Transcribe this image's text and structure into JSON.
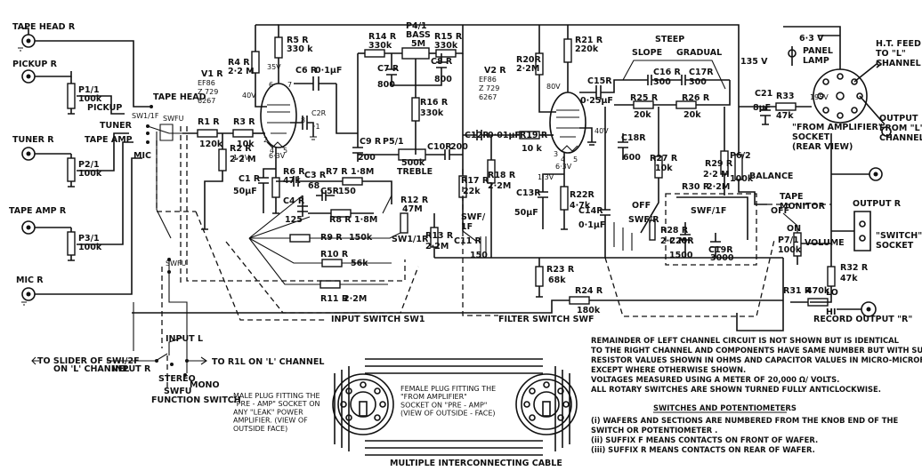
{
  "inputs": {
    "tape_head": {
      "label": "TAPE HEAD  R"
    },
    "pickup": {
      "label": "PICKUP  R",
      "pot_ref": "P1/1",
      "pot_value": "100k"
    },
    "tuner": {
      "label": "TUNER  R",
      "pot_ref": "P2/1",
      "pot_value": "100k"
    },
    "tape_amp": {
      "label": "TAPE  AMP  R",
      "pot_ref": "P3/1",
      "pot_value": "100k"
    },
    "mic": {
      "label": "MIC  R"
    }
  },
  "switch_labels": {
    "pickup": "PICKUP",
    "tuner": "TUNER",
    "tape_amp": "TAPE AMP",
    "tape_head": "TAPE HEAD",
    "mic": "MIC",
    "sw1_1f": "SW1/1F",
    "swfu": "SWFU",
    "swfu2": "SWFU",
    "input_l": "INPUT  L",
    "input_r": "INPUT  R",
    "stereo": "STEREO",
    "mono": "MONO",
    "swfu_fn": "SWFU",
    "function_switch": "FUNCTION  SWITCH",
    "to_slider": "TO SLIDER OF SWI/2F",
    "on_l_channel": "ON 'L' CHANNEL",
    "to_r1l": "TO  R1L  ON 'L'  CHANNEL"
  },
  "valve1": {
    "label": "V1 R",
    "type": "EF86",
    "alt1": "Z 729",
    "alt2": "6267",
    "heater": "6·3V",
    "anode_v": "35V",
    "screen_v": "40V",
    "cathode_v": "1·2V"
  },
  "valve2": {
    "label": "V2 R",
    "type": "EF86",
    "alt1": "Z 729",
    "alt2": "6267",
    "heater": "6·3V",
    "anode_v": "80V",
    "screen_v": "40V",
    "cathode_v": "1·3V"
  },
  "components": {
    "r1": {
      "ref": "R1 R",
      "value": "120k"
    },
    "r2": {
      "ref": "R2 R",
      "value": "2·2 M"
    },
    "r3": {
      "ref": "R3 R",
      "value": "10k"
    },
    "r4": {
      "ref": "R4 R",
      "value": "2·2 M"
    },
    "r5": {
      "ref": "R5 R",
      "value": "330 k"
    },
    "r6": {
      "ref": "R6 R",
      "value": "47k"
    },
    "r7": {
      "ref": "R7 R",
      "value": "1·8M"
    },
    "r8": {
      "ref": "R8 R",
      "value": "1·8M"
    },
    "r9": {
      "ref": "R9 R",
      "value": "150k"
    },
    "r10": {
      "ref": "R10 R",
      "value": "56k"
    },
    "r11": {
      "ref": "R11 R",
      "value": "2·2M"
    },
    "r12": {
      "ref": "R12 R",
      "value": "47M"
    },
    "r13": {
      "ref": "R13 R",
      "value": "2·2M"
    },
    "r14": {
      "ref": "R14 R",
      "value": "330k"
    },
    "r15": {
      "ref": "R15 R",
      "value": "330k"
    },
    "r16": {
      "ref": "R16 R",
      "value": "330k"
    },
    "r17": {
      "ref": "R17 R",
      "value": "22k"
    },
    "r18": {
      "ref": "R18 R",
      "value": "2·2M"
    },
    "r19": {
      "ref": "R19 R",
      "value": "10 k"
    },
    "r20": {
      "ref": "R20R",
      "value": "2·2M"
    },
    "r21": {
      "ref": "R21 R",
      "value": "220k"
    },
    "r22": {
      "ref": "R22R",
      "value": "4·7k"
    },
    "r23": {
      "ref": "R23 R",
      "value": "68k"
    },
    "r24": {
      "ref": "R24 R",
      "value": "180k"
    },
    "r25": {
      "ref": "R25 R",
      "value": "20k"
    },
    "r26": {
      "ref": "R26 R",
      "value": "20k"
    },
    "r27": {
      "ref": "R27 R",
      "value": "10k"
    },
    "r28": {
      "ref": "R28 R",
      "value": "2·2 M"
    },
    "r29": {
      "ref": "R29 R",
      "value": "2·2 M"
    },
    "r30": {
      "ref": "R30 R",
      "value": "2·2M"
    },
    "r31": {
      "ref": "R31 R",
      "value": "470k"
    },
    "r32": {
      "ref": "R32 R",
      "value": "47k"
    },
    "r33": {
      "ref": "R33",
      "value": "47k"
    },
    "c1": {
      "ref": "C1 R",
      "value": "50μF"
    },
    "c2": {
      "ref": "C2R",
      "value": "·1"
    },
    "c3": {
      "ref": "C3 R",
      "value": "68"
    },
    "c4": {
      "ref": "C4 R",
      "value": "125"
    },
    "c5": {
      "ref": "C5R",
      "value": "150"
    },
    "c6": {
      "ref": "C6 R",
      "value": "0·1μF"
    },
    "c7": {
      "ref": "C7 R",
      "value": "800"
    },
    "c8": {
      "ref": "C8 R",
      "value": "800"
    },
    "c9": {
      "ref": "C9 R",
      "value": "200"
    },
    "c10": {
      "ref": "C10R",
      "value": "200"
    },
    "c11": {
      "ref": "C11 R",
      "value": "150"
    },
    "c12": {
      "ref": "C12R",
      "value": "0·01μF"
    },
    "c13": {
      "ref": "C13R",
      "value": "50μF"
    },
    "c14": {
      "ref": "C14R",
      "value": "0·1μF"
    },
    "c15": {
      "ref": "C15R",
      "value": "0·25μF"
    },
    "c16": {
      "ref": "C16 R",
      "value": "300"
    },
    "c17": {
      "ref": "C17R",
      "value": "300"
    },
    "c18": {
      "ref": "C18R",
      "value": "600"
    },
    "c19": {
      "ref": "C19R",
      "value": "3000"
    },
    "c20": {
      "ref": "C20R",
      "value": "1500"
    },
    "c21": {
      "ref": "C21",
      "value": "8μF"
    }
  },
  "pots": {
    "bass": {
      "ref": "P4/1",
      "name": "BASS",
      "value": "5M"
    },
    "treble": {
      "ref": "P5/1",
      "name": "TREBLE",
      "value": "500k"
    },
    "balance_pot": {
      "ref": "P6/2",
      "value": "100k"
    },
    "volume_pot": {
      "ref": "P7/1",
      "value": "100k"
    }
  },
  "labels": {
    "steep": "STEEP",
    "slope": "SLOPE",
    "gradual": "GRADUAL",
    "off": "OFF",
    "tape_monitor": "TAPE\nMONITOR",
    "on": "ON",
    "balance": "BALANCE",
    "volume": "VOLUME",
    "swf_1f": "SWF/\n1F",
    "swf_r": "SWF/R",
    "swf_1f2": "SWF/1F",
    "sw1_1r": "SW1/1R",
    "hi": "HI",
    "lo": "LO",
    "v135": "135 V",
    "v195": "195V",
    "v63": "6·3 V",
    "panel_lamp": "PANEL\nLAMP",
    "ht_feed": "H.T. FEED\nTO \"L\"\nCHANNEL",
    "output_from_l": "OUTPUT\nFROM \"L\"\nCHANNEL",
    "from_amp_socket": "\"FROM AMPLIFIER\"\nSOCKET\n(REAR VIEW)",
    "output_r": "OUTPUT R",
    "switch_socket": "\"SWITCH\"\nSOCKET",
    "record_output": "RECORD  OUTPUT \"R\"",
    "input_switch": "INPUT   SWITCH   SW1",
    "filter_switch": "FILTER   SWITCH   SWF",
    "multiple_cable": "MULTIPLE  INTERCONNECTING  CABLE",
    "male_plug": "MALE PLUG FITTING THE\n\"PRE - AMP\" SOCKET ON\nANY \"LEAK\" POWER\nAMPLIFIER. (VIEW OF\nOUTSIDE FACE)",
    "female_plug": "FEMALE PLUG FITTING THE\n\"FROM AMPLIFIER\"\nSOCKET ON \"PRE - AMP\"\n(VIEW OF OUTSIDE - FACE)"
  },
  "notes": {
    "lines": [
      "REMAINDER OF LEFT CHANNEL CIRCUIT IS NOT SHOWN BUT IS IDENTICAL",
      "TO THE RIGHT CHANNEL AND COMPONENTS HAVE SAME NUMBER BUT WITH SUFFIX \"L\"",
      "RESISTOR VALUES SHOWN IN OHMS AND CAPACITOR VALUES IN MICRO-MICROFARADS",
      "EXCEPT WHERE OTHERWISE SHOWN.",
      "VOLTAGES MEASURED USING A METER OF 20,000 Ω/ VOLTS.",
      "ALL ROTARY SWITCHES ARE SHOWN TURNED FULLY ANTICLOCKWISE."
    ],
    "heading": "SWITCHES  AND  POTENTIOMETERS",
    "items": [
      "(i)  WAFERS AND SECTIONS ARE NUMBERED FROM THE KNOB END OF THE",
      "      SWITCH OR POTENTIOMETER .",
      "(ii)  SUFFIX F MEANS CONTACTS ON FRONT OF WAFER.",
      "(iii)  SUFFIX R MEANS CONTACTS ON REAR OF WAFER."
    ]
  }
}
